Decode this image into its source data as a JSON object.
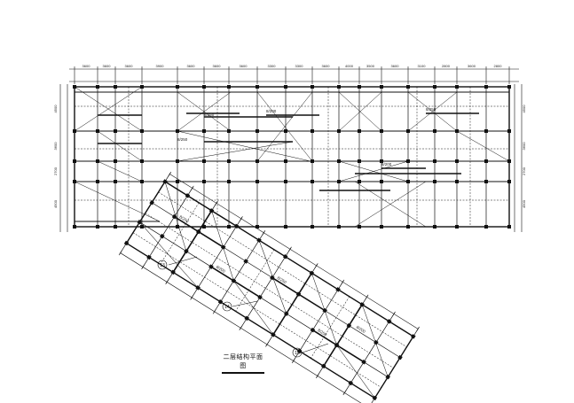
{
  "drawing": {
    "title": "二层结构平面图",
    "top_dimensions": [
      "3600",
      "3600",
      "3600",
      "3900",
      "3600",
      "3600",
      "3600",
      "3300",
      "3300",
      "3600",
      "4000",
      "3500",
      "3600",
      "3100",
      "2800",
      "3600",
      "2800"
    ],
    "left_dimensions": [
      "4500",
      "3600",
      "2700",
      "4500"
    ],
    "right_dimensions": [
      "4500",
      "3600",
      "2700",
      "4500"
    ],
    "beam_notes": [
      "8/250",
      "8/200",
      "8/250",
      "8/200",
      "8/250",
      "8/250",
      "8/200"
    ],
    "callouts": [
      "13",
      "14",
      "15"
    ],
    "colors": {
      "line": "#111111",
      "background": "#ffffff"
    }
  }
}
